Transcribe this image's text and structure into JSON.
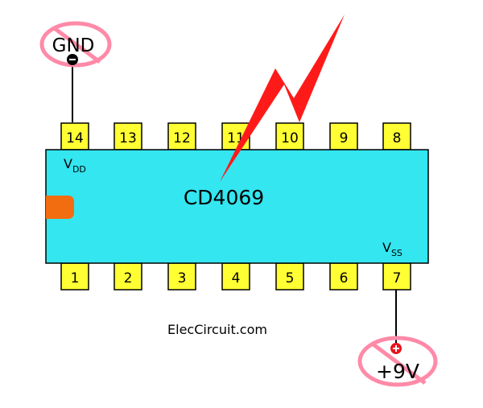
{
  "chip": {
    "part_number": "CD4069",
    "vdd_label": "V",
    "vdd_subscript": "DD",
    "vss_label": "V",
    "vss_subscript": "SS",
    "body_color": "#33e6f0",
    "notch_color": "#f26c10"
  },
  "top_pins": [
    "14",
    "13",
    "12",
    "11",
    "10",
    "9",
    "8"
  ],
  "bottom_pins": [
    "1",
    "2",
    "3",
    "4",
    "5",
    "6",
    "7"
  ],
  "pin_color": "#ffff33",
  "gnd": {
    "label": "GND",
    "polarity": "minus"
  },
  "supply": {
    "label": "+9V",
    "polarity": "plus"
  },
  "prohibition_color": "#ff8aa8",
  "lightning_color": "#ff1a1a",
  "watermark": "ElecCircuit.com"
}
